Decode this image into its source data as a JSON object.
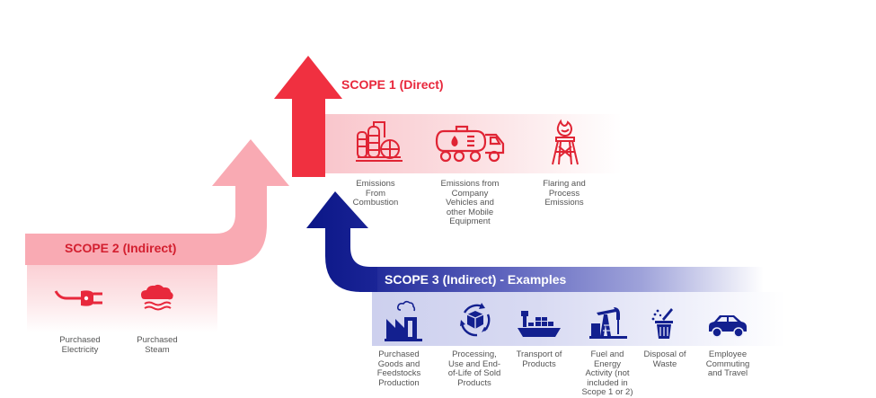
{
  "title": "GHG Emissions Scopes",
  "colors": {
    "scope1": "#f03040",
    "scope2": "#f9aab3",
    "scope3": "#0d1a8c",
    "label_text": "#555555"
  },
  "scope1": {
    "title": "SCOPE 1 (Direct)",
    "items": [
      {
        "icon": "refinery-icon",
        "label": "Emissions\nFrom\nCombustion"
      },
      {
        "icon": "tanker-truck-icon",
        "label": "Emissions from\nCompany\nVehicles and\nother Mobile\nEquipment"
      },
      {
        "icon": "flare-tower-icon",
        "label": "Flaring and\nProcess\nEmissions"
      }
    ]
  },
  "scope2": {
    "title": "SCOPE 2 (Indirect)",
    "items": [
      {
        "icon": "electric-plug-icon",
        "label": "Purchased\nElectricity"
      },
      {
        "icon": "steam-cloud-icon",
        "label": "Purchased\nSteam"
      }
    ]
  },
  "scope3": {
    "title": "SCOPE 3 (Indirect) - Examples",
    "items": [
      {
        "icon": "factory-icon",
        "label": "Purchased\nGoods and\nFeedstocks\nProduction"
      },
      {
        "icon": "recycle-box-icon",
        "label": "Processing,\nUse and End-\nof-Life of Sold\nProducts"
      },
      {
        "icon": "cargo-ship-icon",
        "label": "Transport of\nProducts"
      },
      {
        "icon": "oil-pump-icon",
        "label": "Fuel and\nEnergy\nActivity (not\nincluded in\nScope 1 or 2)"
      },
      {
        "icon": "waste-bin-icon",
        "label": "Disposal of\nWaste"
      },
      {
        "icon": "car-icon",
        "label": "Employee\nCommuting\nand Travel"
      }
    ]
  }
}
